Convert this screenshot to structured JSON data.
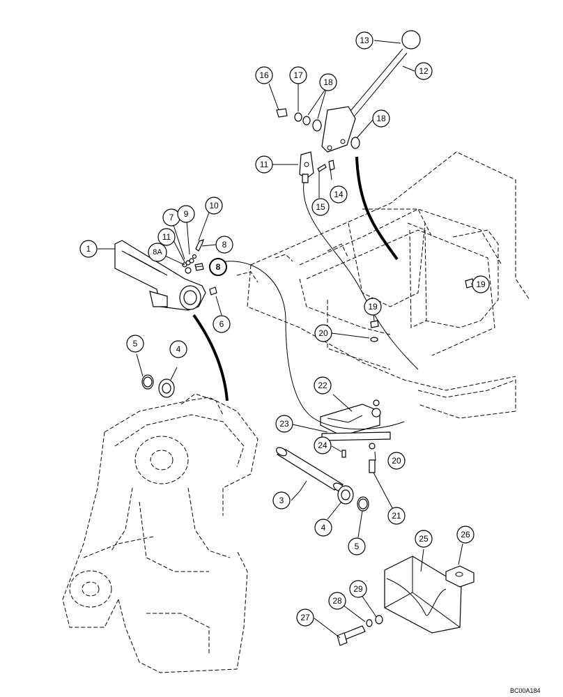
{
  "figure_code": "BC00A184",
  "callouts": [
    {
      "label": "1"
    },
    {
      "label": "3"
    },
    {
      "label": "4"
    },
    {
      "label": "4"
    },
    {
      "label": "5"
    },
    {
      "label": "5"
    },
    {
      "label": "6"
    },
    {
      "label": "7"
    },
    {
      "label": "8"
    },
    {
      "label": "8"
    },
    {
      "label": "8A"
    },
    {
      "label": "9"
    },
    {
      "label": "10"
    },
    {
      "label": "11"
    },
    {
      "label": "11"
    },
    {
      "label": "12"
    },
    {
      "label": "13"
    },
    {
      "label": "14"
    },
    {
      "label": "15"
    },
    {
      "label": "16"
    },
    {
      "label": "17"
    },
    {
      "label": "18"
    },
    {
      "label": "18"
    },
    {
      "label": "19"
    },
    {
      "label": "19"
    },
    {
      "label": "20"
    },
    {
      "label": "20"
    },
    {
      "label": "21"
    },
    {
      "label": "22"
    },
    {
      "label": "23"
    },
    {
      "label": "24"
    },
    {
      "label": "25"
    },
    {
      "label": "26"
    },
    {
      "label": "27"
    },
    {
      "label": "28"
    },
    {
      "label": "29"
    }
  ]
}
